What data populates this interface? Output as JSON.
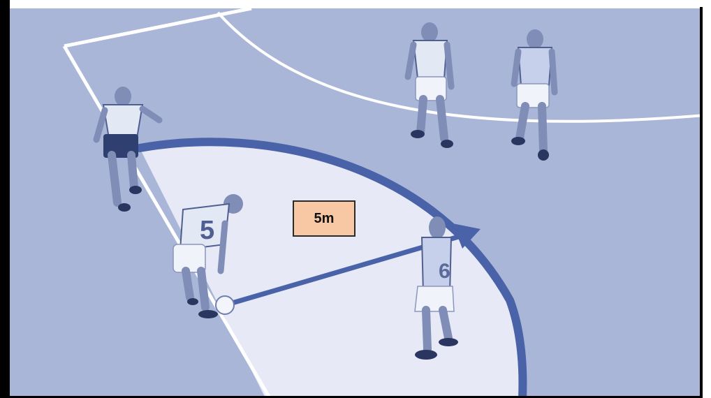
{
  "diagram": {
    "distance_label": "5m",
    "kicker_shirt_number": "5",
    "opponent_shirt_number": "6"
  },
  "colors": {
    "field": "#a9b6d8",
    "zone": "#e7eaf6",
    "arc": "#4a63a8",
    "arrow": "#4a63a8",
    "lines": "#ffffff",
    "label_fill": "#f8c8a4",
    "border": "#000000"
  }
}
